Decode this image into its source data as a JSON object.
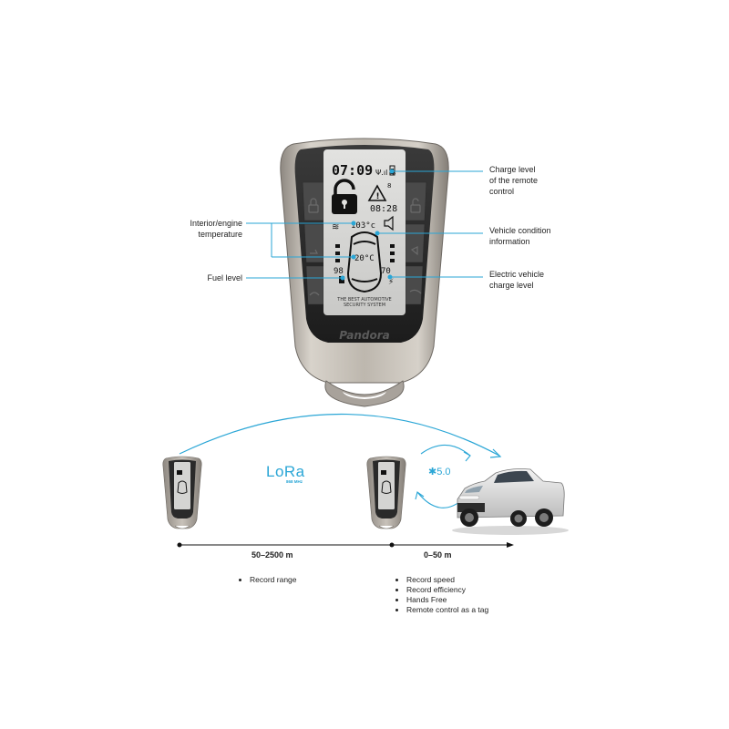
{
  "device": {
    "brand": "Pandora",
    "screen_time": "07:09",
    "screen_clock": "08:28",
    "interior_temp": "103°c",
    "outside_temp": "20°C",
    "fuel_value": "98",
    "ev_charge_value": "70",
    "tagline_line1": "THE BEST AUTOMOTIVE",
    "tagline_line2": "SECURITY SYSTEM"
  },
  "callouts": {
    "charge_level": [
      "Charge level",
      "of the remote",
      "control"
    ],
    "interior_temp": [
      "Interior/engine",
      "temperature"
    ],
    "vehicle_condition": [
      "Vehicle condition",
      "information"
    ],
    "fuel_level": [
      "Fuel level"
    ],
    "ev_charge": [
      "Electric vehicle",
      "charge level"
    ]
  },
  "communication": {
    "lora_label": "LoRa",
    "lora_freq": "868 MHz",
    "bluetooth_label": "5.0"
  },
  "ranges": {
    "long": {
      "label": "50–2500 m",
      "features": [
        "Record range"
      ]
    },
    "short": {
      "label": "0–50 m",
      "features": [
        "Record speed",
        "Record efficiency",
        "Hands Free",
        "Remote control as a tag"
      ]
    }
  },
  "colors": {
    "accent": "#2aa6d6",
    "body_silver": "#b9b3ab",
    "screen": "#d8d8d6"
  }
}
